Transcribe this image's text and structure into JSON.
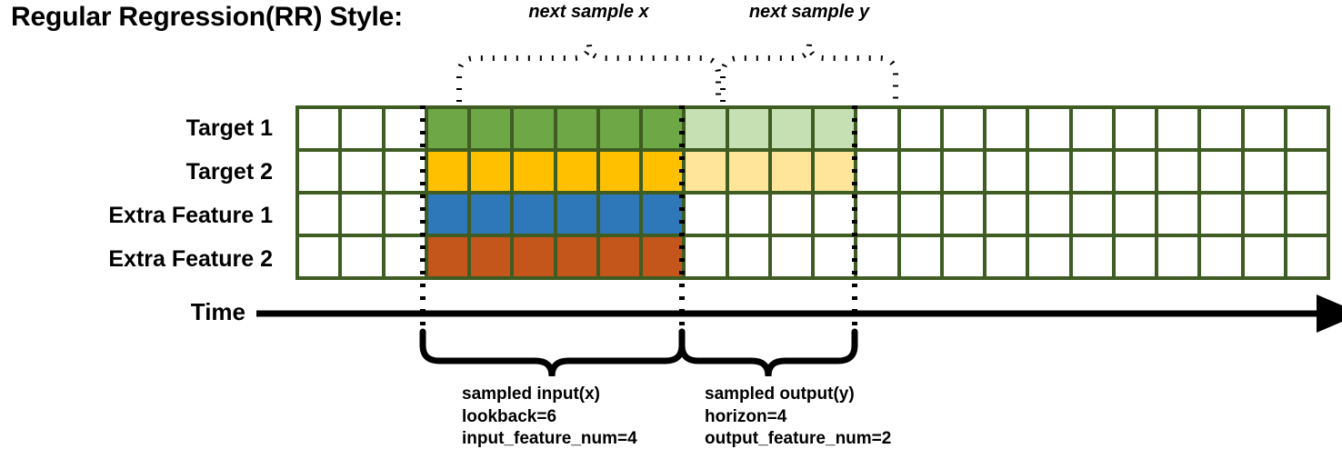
{
  "title": "Regular Regression(RR) Style:",
  "annotations": {
    "next_sample_x": "next sample x",
    "next_sample_y": "next sample y"
  },
  "rows": [
    {
      "label": "Target 1",
      "series": "target-1"
    },
    {
      "label": "Target 2",
      "series": "target-2"
    },
    {
      "label": "Extra Feature 1",
      "series": "extra-feature-1"
    },
    {
      "label": "Extra Feature 2",
      "series": "extra-feature-2"
    }
  ],
  "axis": {
    "label": "Time"
  },
  "captions": {
    "input": {
      "title": "sampled input(x)",
      "line2": "lookback=6",
      "line3": "input_feature_num=4"
    },
    "output": {
      "title": "sampled output(y)",
      "line2": "horizon=4",
      "line3": "output_feature_num=2"
    }
  },
  "colors": {
    "grid_border": "#3F5C23",
    "target1_input": "#6EA746",
    "target1_output": "#C6E0B3",
    "target2_input": "#FFC000",
    "target2_output": "#FEE599",
    "extra_feature1": "#2E77B8",
    "extra_feature2": "#C4561B",
    "empty": "#FFFFFF",
    "ink": "#000000"
  },
  "chart_data": {
    "type": "heatmap",
    "title": "Regular Regression(RR) Style:",
    "xlabel": "Time",
    "ylabel": "",
    "columns_total": 24,
    "lookback": 6,
    "horizon": 4,
    "input_feature_num": 4,
    "output_feature_num": 2,
    "lead_empty_columns": 3,
    "input_start_column": 4,
    "input_end_column": 9,
    "output_start_column": 10,
    "output_end_column": 13,
    "trailing_empty_columns": 11,
    "categories": [
      "Target 1",
      "Target 2",
      "Extra Feature 1",
      "Extra Feature 2"
    ],
    "series": [
      {
        "name": "Target 1",
        "fills": [
          "empty",
          "empty",
          "empty",
          "target1_input",
          "target1_input",
          "target1_input",
          "target1_input",
          "target1_input",
          "target1_input",
          "target1_output",
          "target1_output",
          "target1_output",
          "target1_output",
          "empty",
          "empty",
          "empty",
          "empty",
          "empty",
          "empty",
          "empty",
          "empty",
          "empty",
          "empty",
          "empty"
        ]
      },
      {
        "name": "Target 2",
        "fills": [
          "empty",
          "empty",
          "empty",
          "target2_input",
          "target2_input",
          "target2_input",
          "target2_input",
          "target2_input",
          "target2_input",
          "target2_output",
          "target2_output",
          "target2_output",
          "target2_output",
          "empty",
          "empty",
          "empty",
          "empty",
          "empty",
          "empty",
          "empty",
          "empty",
          "empty",
          "empty",
          "empty"
        ]
      },
      {
        "name": "Extra Feature 1",
        "fills": [
          "empty",
          "empty",
          "empty",
          "extra_feature1",
          "extra_feature1",
          "extra_feature1",
          "extra_feature1",
          "extra_feature1",
          "extra_feature1",
          "empty",
          "empty",
          "empty",
          "empty",
          "empty",
          "empty",
          "empty",
          "empty",
          "empty",
          "empty",
          "empty",
          "empty",
          "empty",
          "empty",
          "empty"
        ]
      },
      {
        "name": "Extra Feature 2",
        "fills": [
          "empty",
          "empty",
          "empty",
          "extra_feature2",
          "extra_feature2",
          "extra_feature2",
          "extra_feature2",
          "extra_feature2",
          "extra_feature2",
          "empty",
          "empty",
          "empty",
          "empty",
          "empty",
          "empty",
          "empty",
          "empty",
          "empty",
          "empty",
          "empty",
          "empty",
          "empty",
          "empty",
          "empty"
        ]
      }
    ],
    "annotations": [
      {
        "text": "next sample x",
        "style": "dotted-brace-above",
        "span_columns": [
          5,
          10
        ]
      },
      {
        "text": "next sample y",
        "style": "dotted-brace-above",
        "span_columns": [
          11,
          14
        ]
      },
      {
        "text": "sampled input(x) lookback=6 input_feature_num=4",
        "style": "solid-brace-below",
        "span_columns": [
          4,
          9
        ]
      },
      {
        "text": "sampled output(y) horizon=4 output_feature_num=2",
        "style": "solid-brace-below",
        "span_columns": [
          10,
          13
        ]
      }
    ],
    "grid": true,
    "legend": "none"
  }
}
